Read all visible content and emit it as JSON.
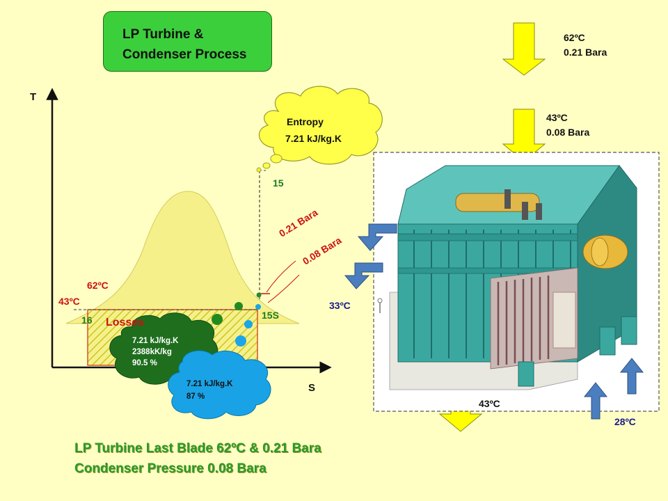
{
  "title": {
    "line1": "LP Turbine &",
    "line2": "Condenser Process"
  },
  "axes": {
    "y_label": "T",
    "x_label": "S"
  },
  "entropy_cloud": {
    "line1": "Entropy",
    "line2": "7.21 kJ/kg.K"
  },
  "points": {
    "p15": "15",
    "p15s": "15S",
    "p16": "16"
  },
  "temperatures": {
    "t62": "62ºC",
    "t43": "43ºC"
  },
  "pressures": {
    "p021": "0.21 Bara",
    "p008": "0.08 Bara"
  },
  "losses": "Losses",
  "green_cloud": {
    "line1": "7.21 kJ/kg.K",
    "line2": "2388kK/kg",
    "line3": "90.5 %"
  },
  "blue_cloud": {
    "line1": "7.21 kJ/kg.K",
    "line2": "87 %"
  },
  "inlet_top": {
    "temp": "62ºC",
    "pressure": "0.21 Bara"
  },
  "inlet_condenser": {
    "temp": "43ºC",
    "pressure": "0.08 Bara"
  },
  "cooling_out": "33ºC",
  "cooling_in": "28ºC",
  "condensate_out": "43ºC",
  "caption": {
    "line1": "LP Turbine Last Blade 62ºC & 0.21 Bara",
    "line2": "Condenser Pressure 0.08 Bara"
  },
  "colors": {
    "background": "#ffffc4",
    "title_box": "#3ccf3c",
    "arrow_yellow": "#ffff00",
    "arrow_blue": "#4a7ebf",
    "dome": "#f5f08a",
    "green_cloud": "#1e6e1e",
    "blue_cloud": "#19a3e6",
    "condenser": "#3ba8a0"
  }
}
